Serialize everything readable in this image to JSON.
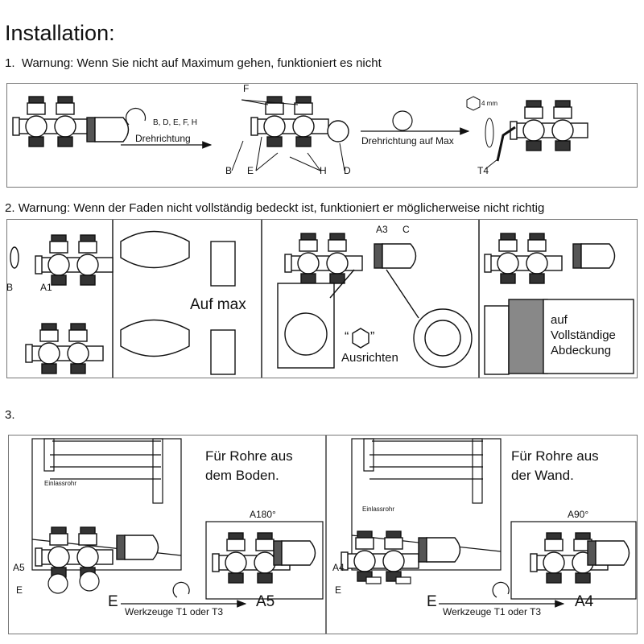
{
  "title": "Installation:",
  "steps": [
    {
      "number": "1.",
      "text": "Warnung: Wenn Sie nicht auf Maximum gehen, funktioniert es nicht"
    },
    {
      "number": "2.",
      "text": "Warnung: Wenn der Faden nicht vollständig bedeckt ist, funktioniert er möglicherweise nicht richtig"
    },
    {
      "number": "3.",
      "text": ""
    }
  ],
  "step1": {
    "rotate_parts": "B, D, E, F, H",
    "drehrichtung": "Drehrichtung",
    "drehrichtung_max": "Drehrichtung auf Max",
    "hex_size": "4 mm",
    "labels": {
      "F": "F",
      "B": "B",
      "E": "E",
      "H": "H",
      "D": "D",
      "T4": "T4"
    }
  },
  "step2": {
    "labels": {
      "B": "B",
      "A1": "A1",
      "A3": "A3",
      "C": "C"
    },
    "auf_max": "Auf max",
    "ausrichten": "Ausrichten",
    "quote_open": "“",
    "quote_close": "”",
    "coverage": [
      "auf",
      "Vollständige",
      "Abdeckung"
    ]
  },
  "step3": {
    "left": {
      "heading": [
        "Für Rohre aus",
        "dem Boden."
      ],
      "inlet": "Einlassrohr",
      "angle": "A180°",
      "part_a": "A5",
      "part_e": "E",
      "tools": "Werkzeuge T1 oder T3",
      "from": "E",
      "to": "A5"
    },
    "right": {
      "heading": [
        "Für Rohre aus",
        "der Wand."
      ],
      "inlet": "Einlassrohr",
      "angle": "A90°",
      "part_a": "A4",
      "part_e": "E",
      "tools": "Werkzeuge T1 oder T3",
      "from": "E",
      "to": "A4"
    }
  }
}
